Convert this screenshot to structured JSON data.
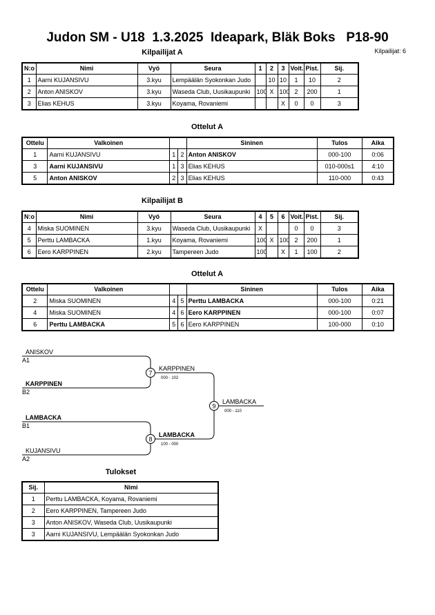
{
  "title": "Judon SM - U18  1.3.2025  Ideapark, Bläk Boks   P18-90",
  "participants_count": "Kilpailijat: 6",
  "pool_a": {
    "heading": "Kilpailijat A",
    "headers": [
      "N:o",
      "Nimi",
      "Vyö",
      "Seura",
      "1",
      "2",
      "3",
      "Voit.",
      "Pist.",
      "Sij."
    ],
    "rows": [
      [
        "1",
        "Aarni KUJANSIVU",
        "3.kyu",
        "Lempäälän Syokonkan Judo",
        "",
        "10",
        "10",
        "1",
        "10",
        "2"
      ],
      [
        "2",
        "Anton ANISKOV",
        "3.kyu",
        "Waseda Club, Uusikaupunki",
        "100",
        "X",
        "100",
        "2",
        "200",
        "1"
      ],
      [
        "3",
        "Elias KEHUS",
        "3.kyu",
        "Koyama, Rovaniemi",
        "",
        "",
        "X",
        "0",
        "0",
        "3"
      ]
    ]
  },
  "matches_a": {
    "heading": "Ottelut A",
    "headers": [
      "Ottelu",
      "Valkoinen",
      "",
      "",
      "Sininen",
      "Tulos",
      "Aika"
    ],
    "rows": [
      [
        "1",
        "Aarni KUJANSIVU",
        "1",
        "2",
        "Anton ANISKOV",
        "000-100",
        "0:06"
      ],
      [
        "3",
        "Aarni KUJANSIVU",
        "1",
        "3",
        "Elias KEHUS",
        "010-000s1",
        "4:10"
      ],
      [
        "5",
        "Anton ANISKOV",
        "2",
        "3",
        "Elias KEHUS",
        "110-000",
        "0:43"
      ]
    ]
  },
  "pool_b": {
    "heading": "Kilpailijat B",
    "headers": [
      "N:o",
      "Nimi",
      "Vyö",
      "Seura",
      "4",
      "5",
      "6",
      "Voit.",
      "Pist.",
      "Sij."
    ],
    "rows": [
      [
        "4",
        "Miska SUOMINEN",
        "3.kyu",
        "Waseda Club, Uusikaupunki",
        "X",
        "",
        "",
        "0",
        "0",
        "3"
      ],
      [
        "5",
        "Perttu LAMBACKA",
        "1.kyu",
        "Koyama, Rovaniemi",
        "100",
        "X",
        "100",
        "2",
        "200",
        "1"
      ],
      [
        "6",
        "Eero KARPPINEN",
        "2.kyu",
        "Tampereen Judo",
        "100",
        "",
        "X",
        "1",
        "100",
        "2"
      ]
    ]
  },
  "matches_b": {
    "heading": "Ottelut A",
    "headers": [
      "Ottelu",
      "Valkoinen",
      "",
      "",
      "Sininen",
      "Tulos",
      "Aika"
    ],
    "rows": [
      [
        "2",
        "Miska SUOMINEN",
        "4",
        "5",
        "Perttu LAMBACKA",
        "000-100",
        "0:21"
      ],
      [
        "4",
        "Miska SUOMINEN",
        "4",
        "6",
        "Eero KARPPINEN",
        "000-100",
        "0:07"
      ],
      [
        "6",
        "Perttu LAMBACKA",
        "5",
        "6",
        "Eero KARPPINEN",
        "100-000",
        "0:10"
      ]
    ]
  },
  "bracket": {
    "e1_name": "ANISKOV",
    "e1_seed": "A1",
    "e2_name": "KARPPINEN",
    "e2_seed": "B2",
    "e3_name": "LAMBACKA",
    "e3_seed": "B1",
    "e4_name": "KUJANSIVU",
    "e4_seed": "A2",
    "m7_no": "7",
    "m7_winner": "KARPPINEN",
    "m7_score": "000 - 102",
    "m8_no": "8",
    "m8_winner": "LAMBACKA",
    "m8_score": "100 - 000",
    "m9_no": "9",
    "m9_winner": "LAMBACKA",
    "m9_score": "000 - 110"
  },
  "results": {
    "heading": "Tulokset",
    "headers": [
      "Sij.",
      "Nimi"
    ],
    "rows": [
      [
        "1",
        "Perttu LAMBACKA, Koyama, Rovaniemi"
      ],
      [
        "2",
        "Eero KARPPINEN, Tampereen Judo"
      ],
      [
        "3",
        "Anton ANISKOV, Waseda Club, Uusikaupunki"
      ],
      [
        "3",
        "Aarni KUJANSIVU, Lempäälän Syokonkan Judo"
      ]
    ]
  }
}
